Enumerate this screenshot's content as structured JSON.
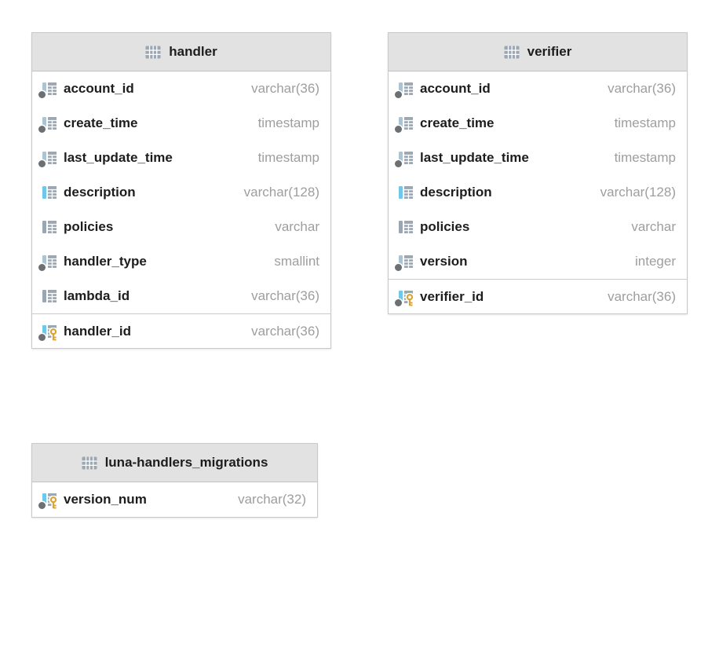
{
  "diagram": {
    "tables": [
      {
        "name": "handler",
        "columns": [
          {
            "name": "account_id",
            "type": "varchar(36)",
            "not_null": true,
            "primary_key": false,
            "bar": "pale"
          },
          {
            "name": "create_time",
            "type": "timestamp",
            "not_null": true,
            "primary_key": false,
            "bar": "pale"
          },
          {
            "name": "last_update_time",
            "type": "timestamp",
            "not_null": true,
            "primary_key": false,
            "bar": "pale"
          },
          {
            "name": "description",
            "type": "varchar(128)",
            "not_null": false,
            "primary_key": false,
            "bar": "blue"
          },
          {
            "name": "policies",
            "type": "varchar",
            "not_null": false,
            "primary_key": false,
            "bar": "gray"
          },
          {
            "name": "handler_type",
            "type": "smallint",
            "not_null": true,
            "primary_key": false,
            "bar": "pale"
          },
          {
            "name": "lambda_id",
            "type": "varchar(36)",
            "not_null": false,
            "primary_key": false,
            "bar": "gray"
          },
          {
            "name": "handler_id",
            "type": "varchar(36)",
            "not_null": true,
            "primary_key": true,
            "bar": "blue"
          }
        ]
      },
      {
        "name": "verifier",
        "columns": [
          {
            "name": "account_id",
            "type": "varchar(36)",
            "not_null": true,
            "primary_key": false,
            "bar": "pale"
          },
          {
            "name": "create_time",
            "type": "timestamp",
            "not_null": true,
            "primary_key": false,
            "bar": "pale"
          },
          {
            "name": "last_update_time",
            "type": "timestamp",
            "not_null": true,
            "primary_key": false,
            "bar": "pale"
          },
          {
            "name": "description",
            "type": "varchar(128)",
            "not_null": false,
            "primary_key": false,
            "bar": "blue"
          },
          {
            "name": "policies",
            "type": "varchar",
            "not_null": false,
            "primary_key": false,
            "bar": "gray"
          },
          {
            "name": "version",
            "type": "integer",
            "not_null": true,
            "primary_key": false,
            "bar": "pale"
          },
          {
            "name": "verifier_id",
            "type": "varchar(36)",
            "not_null": true,
            "primary_key": true,
            "bar": "blue"
          }
        ]
      },
      {
        "name": "luna-handlers_migrations",
        "columns": [
          {
            "name": "version_num",
            "type": "varchar(32)",
            "not_null": true,
            "primary_key": true,
            "bar": "blue"
          }
        ]
      }
    ],
    "icons": {
      "table_header": "table-grid-icon",
      "column": "column-icon",
      "primary_key": "key-icon",
      "not_null": "not-null-dot"
    },
    "colors": {
      "header_bg": "#e2e2e2",
      "border": "#c9c9c9",
      "header_line": "#c2c2c2",
      "sep_line": "#cbcbcb",
      "name_text": "#1d1d1f",
      "type_text": "#9e9e9e",
      "bar_blue": "#6fc8e9",
      "bar_gray": "#9aa6b1",
      "bar_pale": "#acc3d1",
      "grid_gray": "#9ba7b2",
      "key_gold": "#d8a434",
      "dot_gray": "#6c7072"
    }
  }
}
